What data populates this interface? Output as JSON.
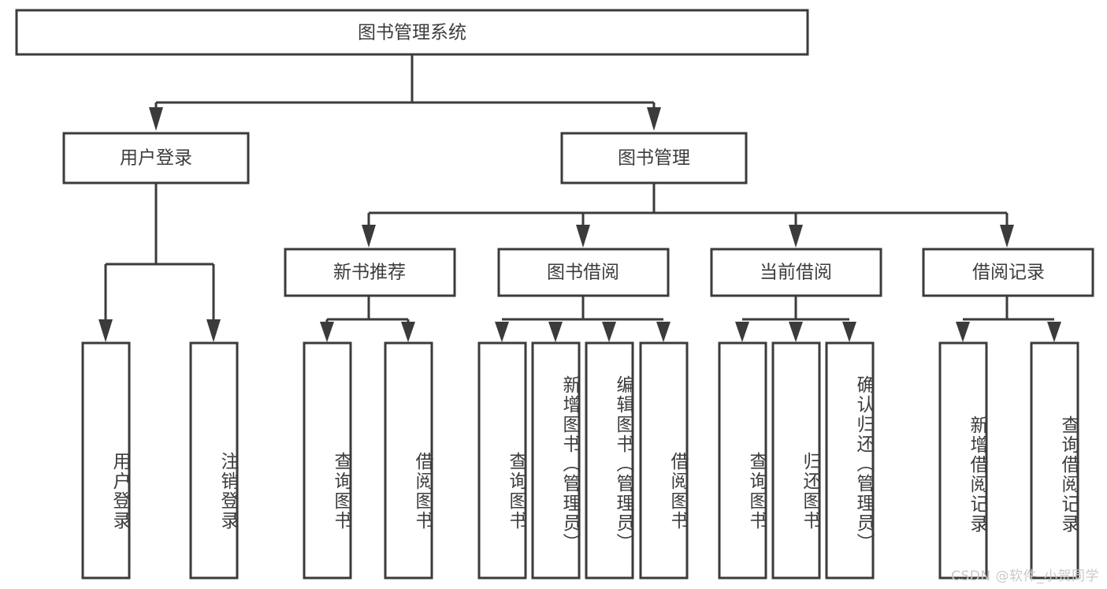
{
  "diagram": {
    "type": "tree",
    "title": "图书管理系统",
    "watermark": "CSDN @软件_小贺同学",
    "colors": {
      "box_stroke": "#3b3b3b",
      "box_fill": "#ffffff",
      "text": "#3c3c3c",
      "background": "#ffffff",
      "watermark": "#c9c9c9"
    },
    "nodes": {
      "root": {
        "label": "图书管理系统"
      },
      "level2": [
        {
          "id": "user-login",
          "label": "用户登录"
        },
        {
          "id": "book-management",
          "label": "图书管理"
        }
      ],
      "level3": [
        {
          "id": "new-book-recommend",
          "label": "新书推荐",
          "parent": "book-management"
        },
        {
          "id": "book-borrow",
          "label": "图书借阅",
          "parent": "book-management"
        },
        {
          "id": "current-borrow",
          "label": "当前借阅",
          "parent": "book-management"
        },
        {
          "id": "borrow-record",
          "label": "借阅记录",
          "parent": "book-management"
        }
      ],
      "leaves": [
        {
          "id": "leaf-user-login",
          "label": "用户登录",
          "parent": "user-login"
        },
        {
          "id": "leaf-logout-login",
          "label": "注销登录",
          "parent": "user-login"
        },
        {
          "id": "leaf-query-book-1",
          "label": "查询图书",
          "parent": "new-book-recommend"
        },
        {
          "id": "leaf-borrow-book-1",
          "label": "借阅图书",
          "parent": "new-book-recommend"
        },
        {
          "id": "leaf-query-book-2",
          "label": "查询图书",
          "parent": "book-borrow"
        },
        {
          "id": "leaf-add-book",
          "label": "新增图书（管理员）",
          "parent": "book-borrow"
        },
        {
          "id": "leaf-edit-book",
          "label": "编辑图书（管理员）",
          "parent": "book-borrow"
        },
        {
          "id": "leaf-borrow-book-2",
          "label": "借阅图书",
          "parent": "book-borrow"
        },
        {
          "id": "leaf-query-book-3",
          "label": "查询图书",
          "parent": "current-borrow"
        },
        {
          "id": "leaf-return-book",
          "label": "归还图书",
          "parent": "current-borrow"
        },
        {
          "id": "leaf-confirm-return",
          "label": "确认归还（管理员）",
          "parent": "current-borrow"
        },
        {
          "id": "leaf-add-record",
          "label": "新增借阅记录",
          "parent": "borrow-record"
        },
        {
          "id": "leaf-query-record",
          "label": "查询借阅记录",
          "parent": "borrow-record"
        }
      ]
    }
  }
}
